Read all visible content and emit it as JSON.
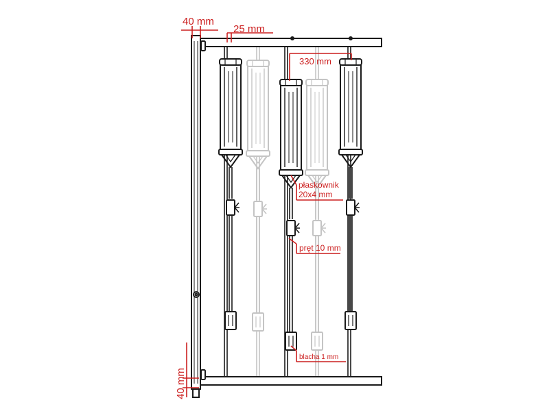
{
  "labels": {
    "left_post_width": "40 mm",
    "bar_offset": "25 mm",
    "bar_spacing": "330 mm",
    "flat_bar_line1": "płaskownik",
    "flat_bar_line2": "20x4 mm",
    "rod": "pręt 10 mm",
    "sheet": "blacha 1 mm",
    "bottom_gap": "40 mm"
  },
  "colors": {
    "annotation": "#cc1f1f",
    "line": "#1a1a1a",
    "ghost": "#c4c4c4"
  }
}
